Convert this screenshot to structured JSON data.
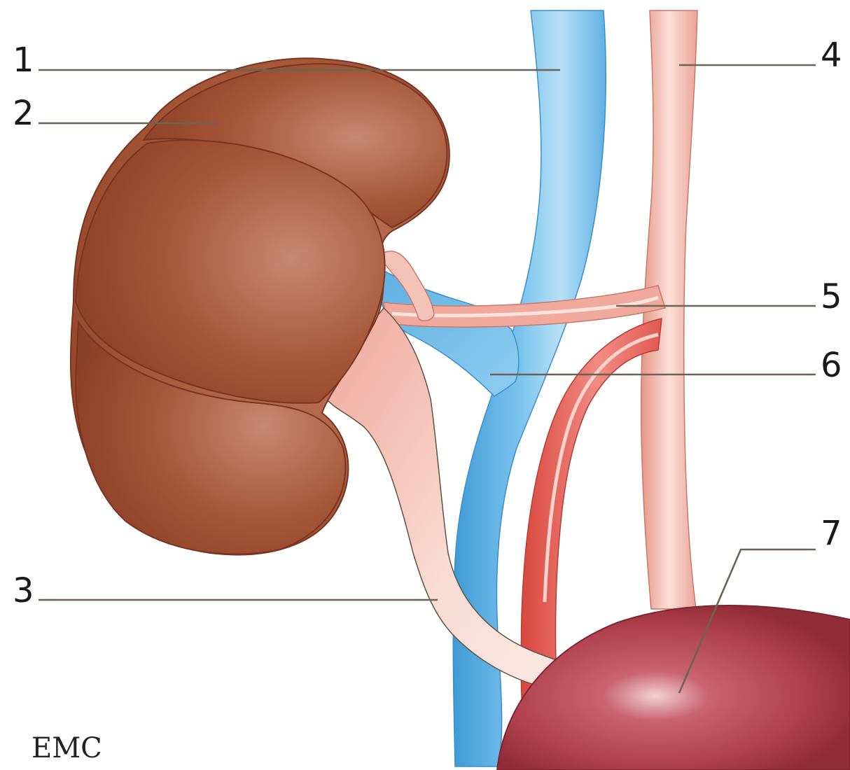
{
  "figure": {
    "labels": [
      "1",
      "2",
      "3",
      "4",
      "5",
      "6",
      "7"
    ],
    "logo": "EMC"
  },
  "colors": {
    "kidney": "#a9593b",
    "kidney_dark": "#8a3f25",
    "vein": "#4fa7de",
    "vein_light": "#a8d8f2",
    "artery": "#e9a394",
    "artery_light": "#f7d4cc",
    "graft_artery": "#e3625c",
    "ureter": "#f3bdb0",
    "bladder": "#b0404d"
  }
}
